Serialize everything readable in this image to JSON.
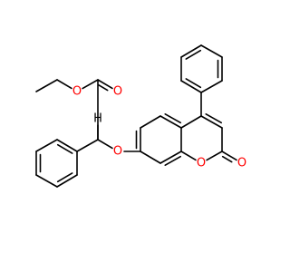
{
  "molecule": {
    "atom_labels": [
      {
        "id": "o-ester-single",
        "text": "O"
      },
      {
        "id": "o-ester-carbonyl",
        "text": "O"
      },
      {
        "id": "o-ether",
        "text": "O"
      },
      {
        "id": "o-ring",
        "text": "O"
      },
      {
        "id": "o-lactone-carbonyl",
        "text": "O"
      },
      {
        "id": "h-alpha",
        "text": "H"
      }
    ]
  },
  "colors": {
    "bond": "#000000",
    "oxygen": "#ff0000",
    "hydrogen": "#000000"
  }
}
